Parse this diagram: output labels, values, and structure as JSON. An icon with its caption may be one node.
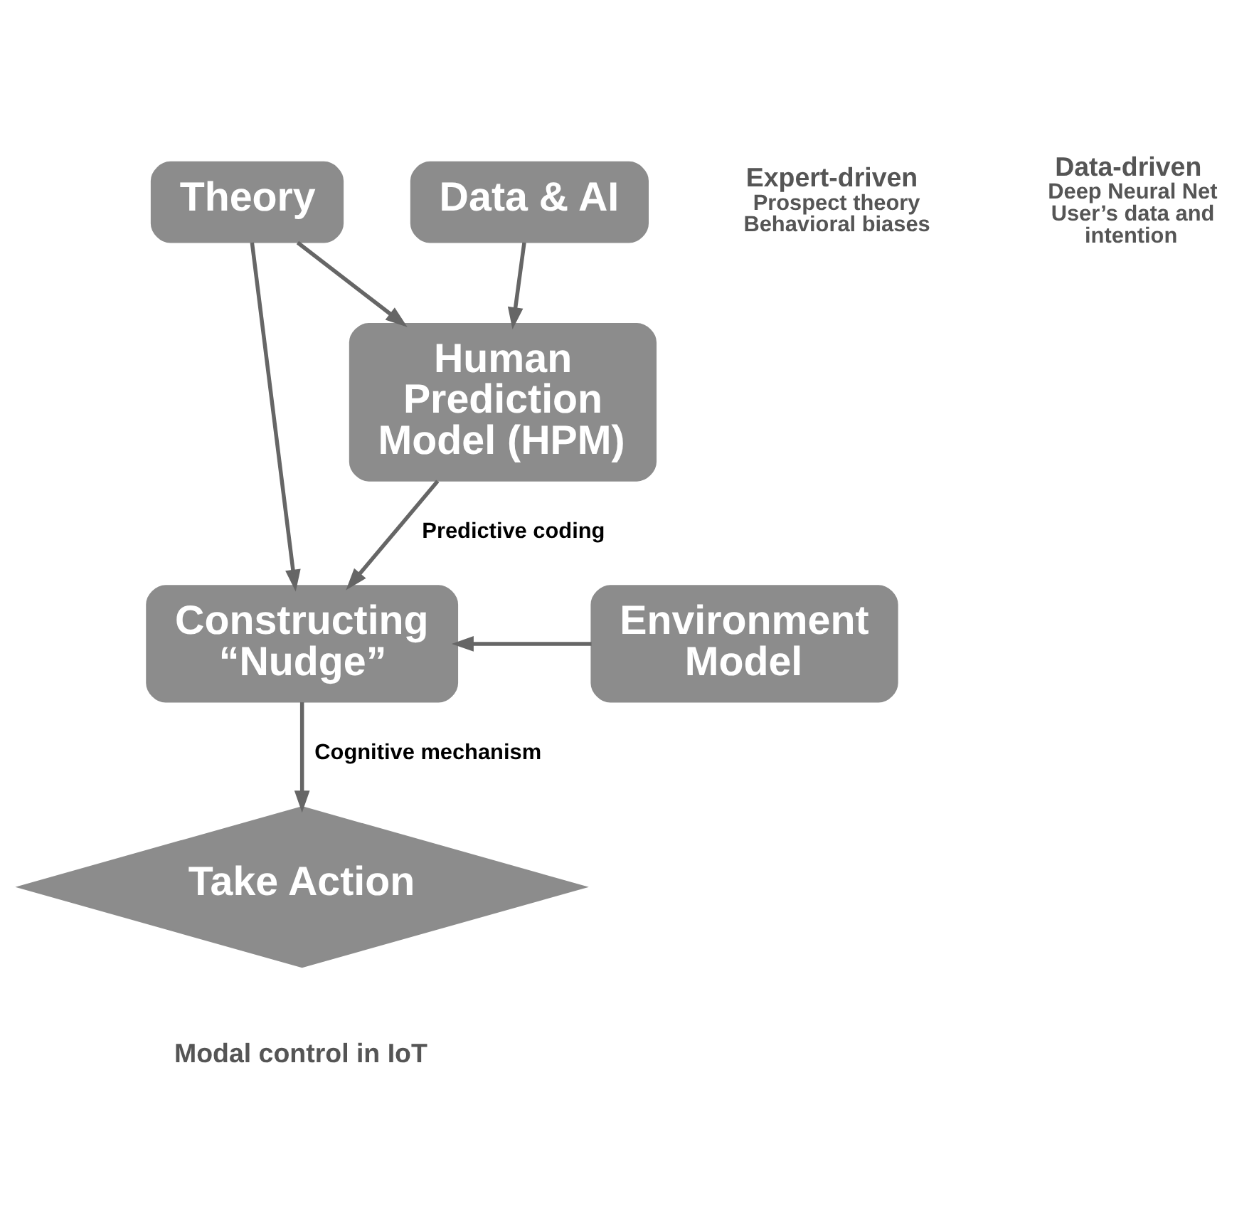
{
  "diagram": {
    "nodes": [
      {
        "text": [
          "Theory"
        ],
        "beside": [
          "Expert-driven",
          "Prospect theory Behavioral biases"
        ]
      },
      {
        "text": [
          "Data & AI"
        ],
        "beside": [
          "Data-driven",
          "Deep Neural Net User’s data and intention"
        ]
      },
      {
        "text": [
          "Human Prediction Model (HPM)"
        ]
      },
      {
        "text": [
          "Constructing “Nudge”"
        ]
      },
      {
        "text": [
          "Environment Model"
        ]
      },
      {
        "text": [
          "Take Action"
        ],
        "beside": [
          "Modal control in IoT"
        ]
      }
    ],
    "edges": [
      {
        "from": 0,
        "to": 2,
        "arrow": "to"
      },
      {
        "from": 1,
        "to": 2,
        "arrow": "to"
      },
      {
        "from": 2,
        "to": 3,
        "arrow": "to",
        "label": "Predictive coding"
      },
      {
        "from": 0,
        "to": 3,
        "arrow": "to"
      },
      {
        "from": 4,
        "to": 3,
        "arrow": "to"
      },
      {
        "from": 3,
        "to": 5,
        "arrow": "to",
        "label": "Cognitive mechanism"
      }
    ]
  }
}
